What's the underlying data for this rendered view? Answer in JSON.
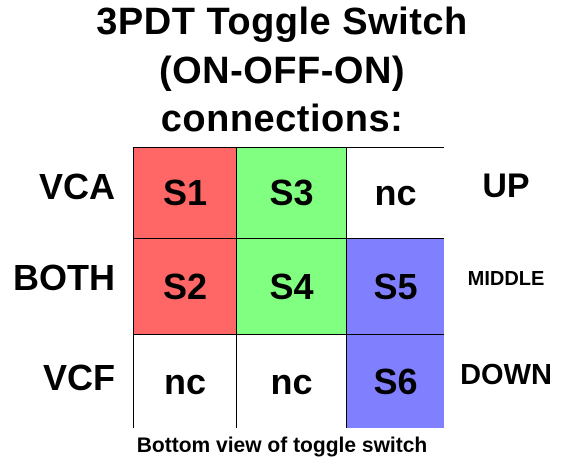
{
  "title": {
    "line1": "3PDT Toggle Switch",
    "line2": "(ON-OFF-ON)",
    "line3": "connections:"
  },
  "rows": [
    {
      "label": "VCA",
      "position": "UP"
    },
    {
      "label": "BOTH",
      "position": "MIDDLE"
    },
    {
      "label": "VCF",
      "position": "DOWN"
    }
  ],
  "grid": [
    [
      {
        "text": "S1",
        "color": "#ff6666"
      },
      {
        "text": "S3",
        "color": "#80ff80"
      },
      {
        "text": "nc",
        "color": "#ffffff"
      }
    ],
    [
      {
        "text": "S2",
        "color": "#ff6666"
      },
      {
        "text": "S4",
        "color": "#80ff80"
      },
      {
        "text": "S5",
        "color": "#8080ff"
      }
    ],
    [
      {
        "text": "nc",
        "color": "#ffffff"
      },
      {
        "text": "nc",
        "color": "#ffffff"
      },
      {
        "text": "S6",
        "color": "#8080ff"
      }
    ]
  ],
  "caption": "Bottom view of toggle switch"
}
